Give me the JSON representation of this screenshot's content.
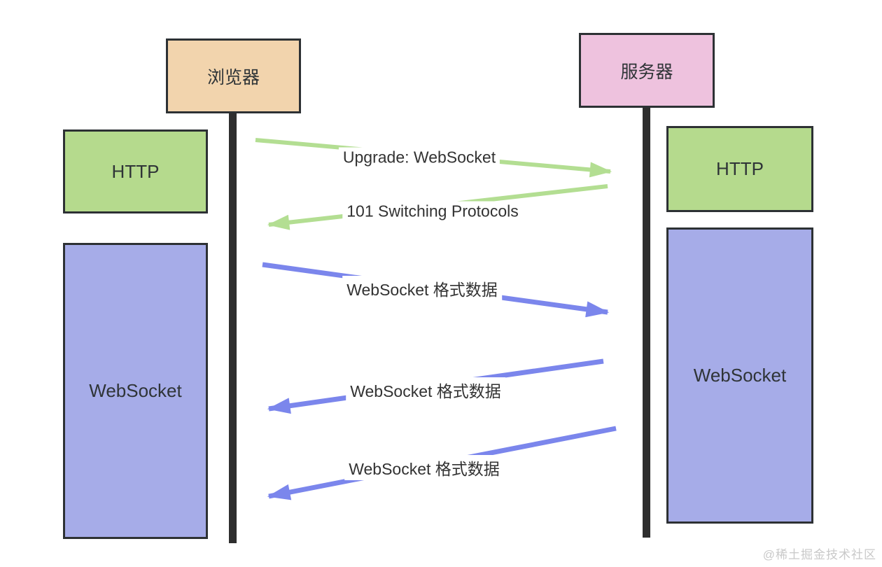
{
  "actors": {
    "browser": "浏览器",
    "server": "服务器"
  },
  "protocol_boxes": {
    "browser_http": "HTTP",
    "browser_websocket": "WebSocket",
    "server_http": "HTTP",
    "server_websocket": "WebSocket"
  },
  "messages": [
    {
      "label": "Upgrade: WebSocket",
      "from": "browser",
      "to": "server",
      "color": "green"
    },
    {
      "label": "101 Switching Protocols",
      "from": "server",
      "to": "browser",
      "color": "green"
    },
    {
      "label": "WebSocket 格式数据",
      "from": "browser",
      "to": "server",
      "color": "blue"
    },
    {
      "label": "WebSocket 格式数据",
      "from": "server",
      "to": "browser",
      "color": "blue"
    },
    {
      "label": "WebSocket 格式数据",
      "from": "server",
      "to": "browser",
      "color": "blue"
    }
  ],
  "colors": {
    "browser_box": "#f2d4ad",
    "server_box": "#eec2de",
    "http_box": "#b5da8d",
    "websocket_box": "#a6ace8",
    "http_arrow": "#b3de92",
    "websocket_arrow": "#7b86ec",
    "lifeline": "#2e2e2e",
    "border": "#2d3134"
  },
  "watermark": "@稀土掘金技术社区"
}
